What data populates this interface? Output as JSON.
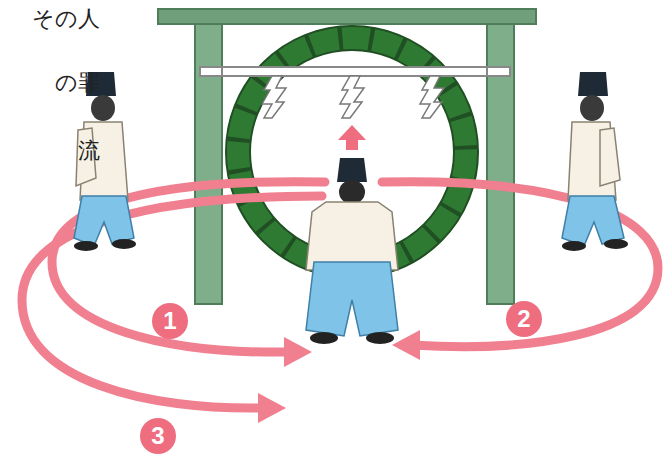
{
  "diagram": {
    "labels": [
      "その人",
      "の罪",
      "流",
      "1",
      "2",
      "3"
    ]
  }
}
